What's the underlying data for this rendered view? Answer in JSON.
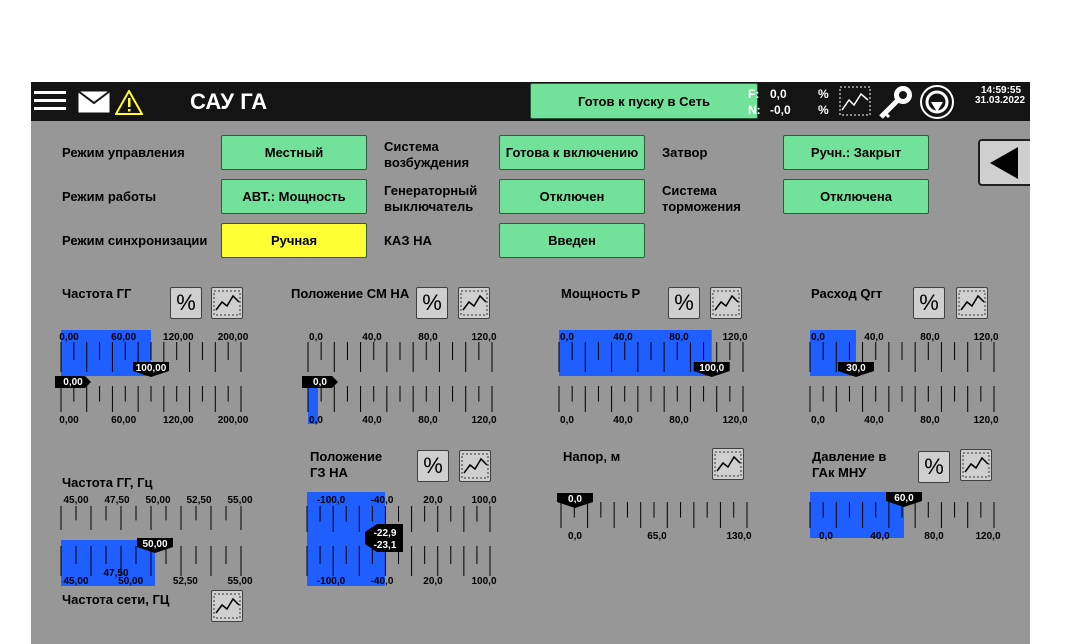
{
  "header": {
    "title": "САУ ГА",
    "status": "Готов к пуску в Сеть",
    "f_label": "F:",
    "f_value": "0,0",
    "f_unit": "%",
    "n_label": "N:",
    "n_value": "-0,0",
    "n_unit": "%",
    "time": "14:59:55",
    "date": "31.03.2022"
  },
  "modes": {
    "control_label": "Режим управления",
    "control_value": "Местный",
    "work_label": "Режим работы",
    "work_value": "АВТ.: Мощность",
    "sync_label": "Режим синхронизации",
    "sync_value": "Ручная",
    "excitation_label": "Система возбуждения",
    "excitation_value": "Готова к включению",
    "breaker_label": "Генераторный выключатель",
    "breaker_value": "Отключен",
    "kaz_label": "КАЗ НА",
    "kaz_value": "Введен",
    "gate_label": "Затвор",
    "gate_value": "Ручн.: Закрыт",
    "brake_label": "Система торможения",
    "brake_value": "Отключена"
  },
  "pct_symbol": "%",
  "colors": {
    "accent_green": "#72e29b",
    "warning_yellow": "#ffff33",
    "bar_blue": "#1f5eff",
    "panel": "#979797"
  },
  "gauges": [
    {
      "id": "freq",
      "title": "Частота ГГ",
      "fill": 0.5,
      "fill_label": "100,00",
      "bottom_fill": 0.0,
      "bottom_label": "0,00",
      "ticks_top": [
        "0,00",
        "60,00",
        "120,00",
        "200,00"
      ],
      "ticks_bottom": [
        "0,00",
        "60,00",
        "120,00",
        "200,00"
      ]
    },
    {
      "id": "sm",
      "title": "Положение СМ НА",
      "fill": 0.0,
      "bottom_fill": 0.0,
      "bottom_label": "0,0",
      "ticks_top": [
        "0,0",
        "40,0",
        "80,0",
        "120,0"
      ],
      "ticks_bottom": [
        "0,0",
        "40,0",
        "80,0",
        "120,0"
      ]
    },
    {
      "id": "power",
      "title": "Мощность Р",
      "fill": 0.83,
      "fill_label": "100,0",
      "ticks_top": [
        "0,0",
        "40,0",
        "80,0",
        "120,0"
      ],
      "ticks_bottom": [
        "0,0",
        "40,0",
        "80,0",
        "120,0"
      ]
    },
    {
      "id": "flow",
      "title": "Расход Qгт",
      "fill": 0.25,
      "fill_label": "30,0",
      "ticks_top": [
        "0,0",
        "40,0",
        "80,0",
        "120,0"
      ],
      "ticks_bottom": [
        "0,0",
        "40,0",
        "80,0",
        "120,0"
      ]
    }
  ],
  "freq_hz": {
    "title": "Частота ГГ, Гц",
    "ticks": [
      "45,00",
      "47,50",
      "50,00",
      "52,50",
      "55,00"
    ],
    "net_value": "50,00",
    "net_mid": "47,50",
    "net_ticks": [
      "45,00",
      "50,00",
      "52,50",
      "55,00"
    ],
    "net_title": "Частота сети, ГЦ"
  },
  "gz": {
    "title": "Положение ГЗ НА",
    "ticks": [
      "-100,0",
      "-40,0",
      "20,0",
      "100,0"
    ],
    "value1": "-22,9",
    "value2": "-23,1"
  },
  "head": {
    "title": "Напор, м",
    "value": "0,0",
    "ticks": [
      "0,0",
      "65,0",
      "130,0"
    ]
  },
  "pressure": {
    "title": "Давление в ГАк МНУ",
    "value": "60,0",
    "ticks": [
      "0,0",
      "40,0",
      "80,0",
      "120,0"
    ]
  },
  "chart_data": [],
  "icons": [
    "menu-icon",
    "mail-icon",
    "warning-icon",
    "trend-icon",
    "key-icon",
    "logo-icon",
    "back-arrow-icon",
    "percent-icon"
  ]
}
